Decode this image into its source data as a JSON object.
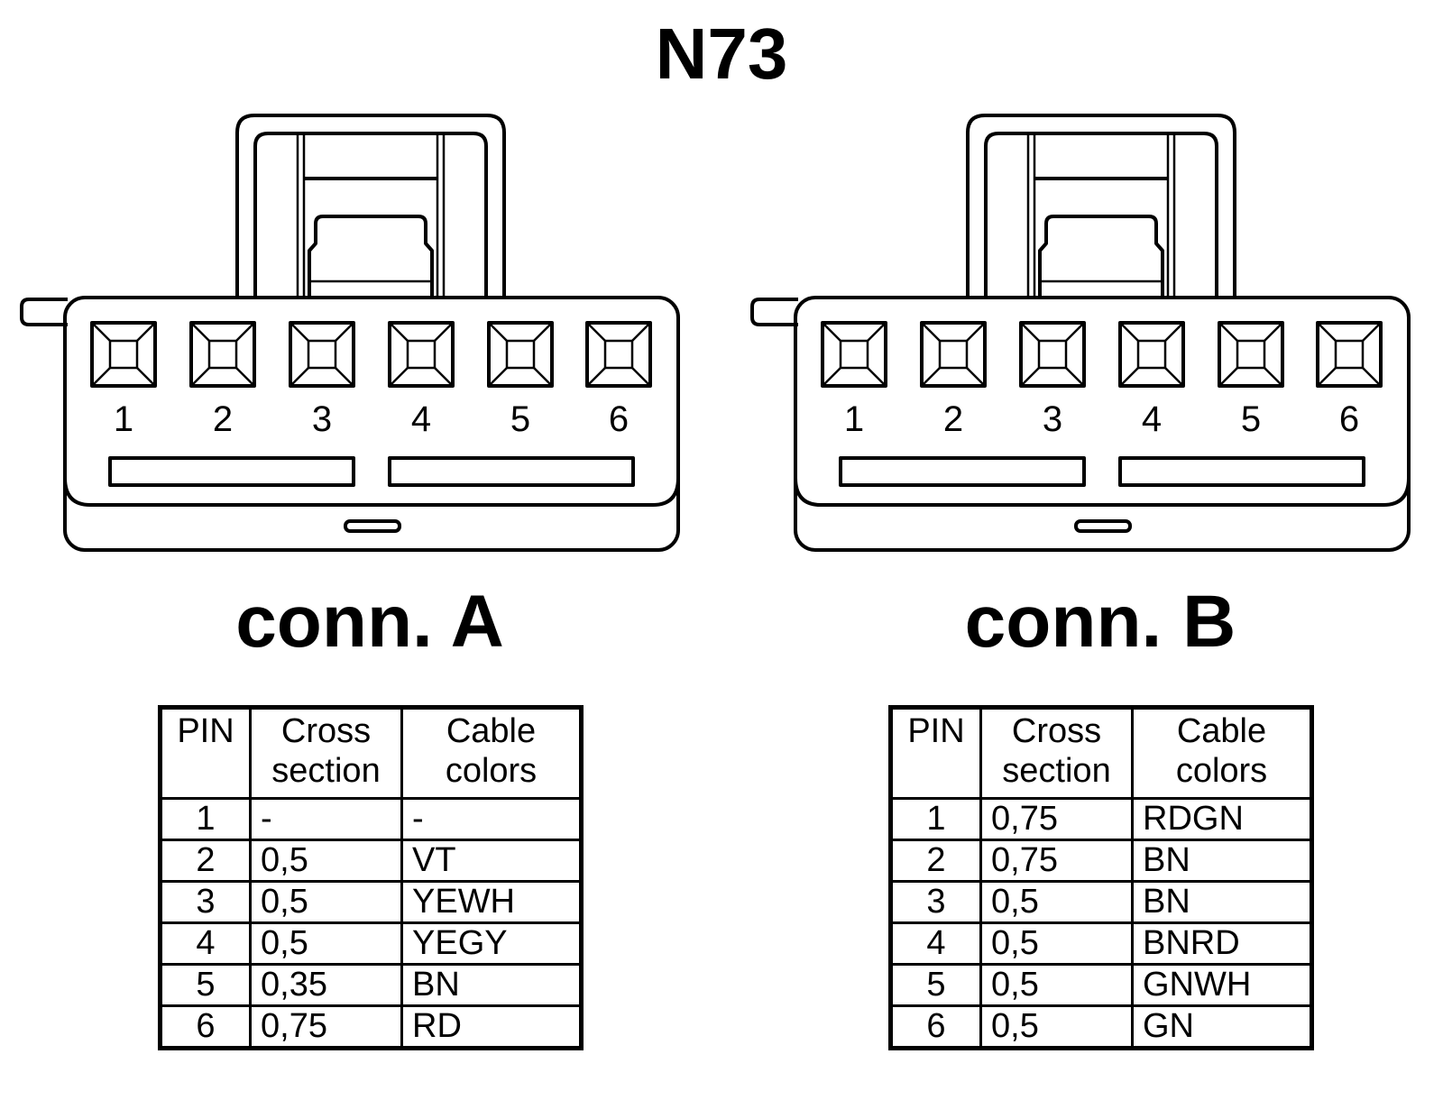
{
  "title": "N73",
  "connectors": [
    {
      "label": "conn. A",
      "pin_numbers": [
        "1",
        "2",
        "3",
        "4",
        "5",
        "6"
      ],
      "table": {
        "headers": {
          "pin": "PIN",
          "cross_1": "Cross",
          "cross_2": "section",
          "color_1": "Cable",
          "color_2": "colors"
        },
        "rows": [
          {
            "pin": "1",
            "cross": "-",
            "color": "-"
          },
          {
            "pin": "2",
            "cross": "0,5",
            "color": "VT"
          },
          {
            "pin": "3",
            "cross": "0,5",
            "color": "YEWH"
          },
          {
            "pin": "4",
            "cross": "0,5",
            "color": "YEGY"
          },
          {
            "pin": "5",
            "cross": "0,35",
            "color": "BN"
          },
          {
            "pin": "6",
            "cross": "0,75",
            "color": "RD"
          }
        ]
      }
    },
    {
      "label": "conn. B",
      "pin_numbers": [
        "1",
        "2",
        "3",
        "4",
        "5",
        "6"
      ],
      "table": {
        "headers": {
          "pin": "PIN",
          "cross_1": "Cross",
          "cross_2": "section",
          "color_1": "Cable",
          "color_2": "colors"
        },
        "rows": [
          {
            "pin": "1",
            "cross": "0,75",
            "color": "RDGN"
          },
          {
            "pin": "2",
            "cross": "0,75",
            "color": "BN"
          },
          {
            "pin": "3",
            "cross": "0,5",
            "color": "BN"
          },
          {
            "pin": "4",
            "cross": "0,5",
            "color": "BNRD"
          },
          {
            "pin": "5",
            "cross": "0,5",
            "color": "GNWH"
          },
          {
            "pin": "6",
            "cross": "0,5",
            "color": "GN"
          }
        ]
      }
    }
  ]
}
